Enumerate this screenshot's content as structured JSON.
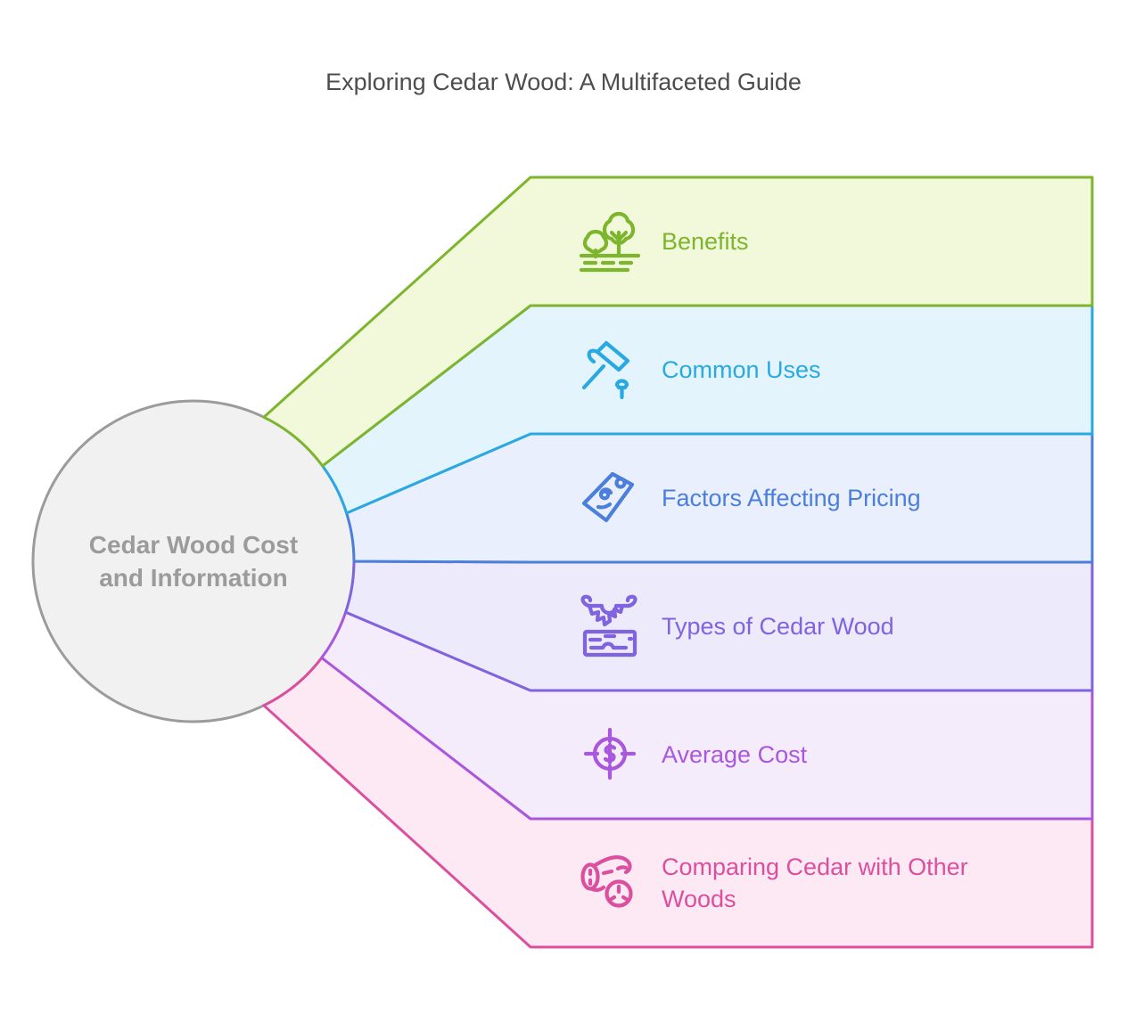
{
  "title": "Exploring Cedar Wood: A Multifaceted Guide",
  "center": {
    "label": "Cedar Wood Cost and Information",
    "fill": "#f1f1f1",
    "stroke": "#9b9b9b",
    "text_color": "#9b9b9b"
  },
  "branches": [
    {
      "label": "Benefits",
      "icon": "trees-icon",
      "color": "#7db52e",
      "fill": "#f2f8da"
    },
    {
      "label": "Common Uses",
      "icon": "hammer-icon",
      "color": "#29a9e1",
      "fill": "#e4f4fc"
    },
    {
      "label": "Factors Affecting Pricing",
      "icon": "price-tag-icon",
      "color": "#4b7fdb",
      "fill": "#e9effc"
    },
    {
      "label": "Types of Cedar Wood",
      "icon": "saw-blade-plank-icon",
      "color": "#7f63df",
      "fill": "#edeafb"
    },
    {
      "label": "Average Cost",
      "icon": "dollar-target-icon",
      "color": "#a958dd",
      "fill": "#f5ecfb"
    },
    {
      "label": "Comparing Cedar with Other Woods",
      "icon": "log-icon",
      "color": "#dc4f9e",
      "fill": "#fce9f4"
    }
  ]
}
